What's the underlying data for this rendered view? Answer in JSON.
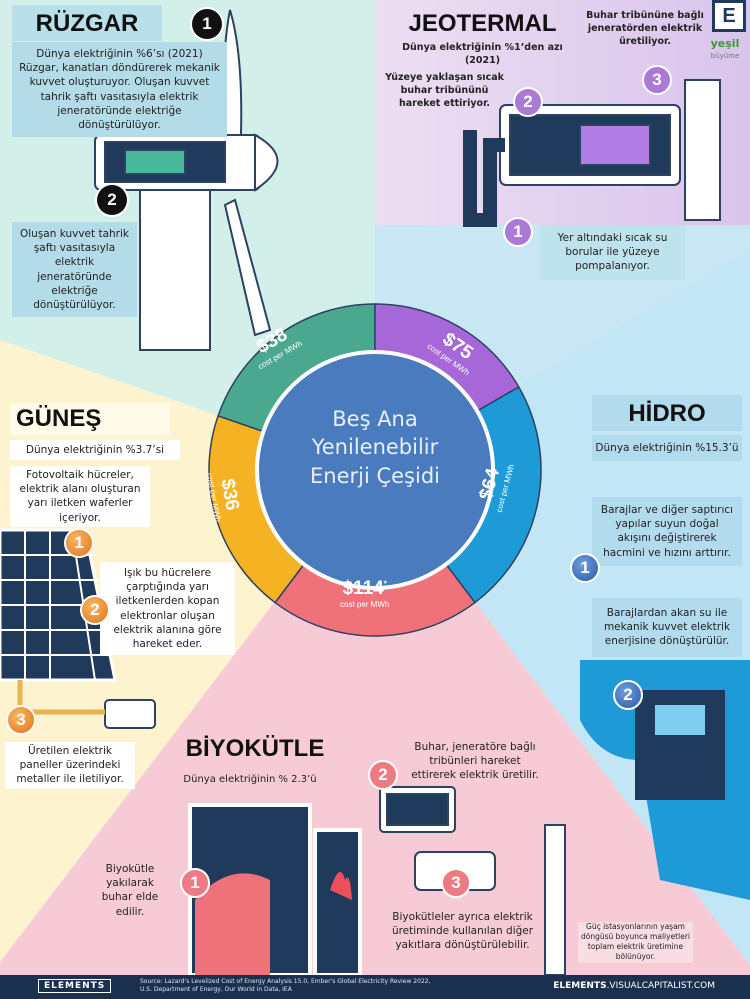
{
  "center": {
    "line1": "Beş Ana",
    "line2": "Yenilenebilir",
    "line3": "Enerji Çeşidi"
  },
  "cost_unit": "cost per MWh",
  "wind": {
    "title": "RÜZGAR",
    "text1": "Dünya elektriğinin %6’sı (2021) Rüzgar, kanatları döndürerek mekanik kuvvet oluşturuyor. Oluşan kuvvet tahrik şaftı vasıtasıyla elektrik jeneratöründe elektriğe dönüştürülüyor.",
    "text2": "Oluşan kuvvet tahrik şaftı vasıtasıyla elektrik jeneratöründe elektriğe dönüştürülüyor.",
    "price": "$38",
    "color": "#4aa88e"
  },
  "geothermal": {
    "title": "JEOTERMAL",
    "share": "Dünya elektriğinin %1’den azı (2021)",
    "step1": "Yer altındaki sıcak su borular ile yüzeye pompalanıyor.",
    "step2": "Yüzeye yaklaşan sıcak buhar tribününü hareket ettiriyor.",
    "step3": "Buhar tribününe bağlı jeneratörden elektrik üretiliyor.",
    "price": "$75",
    "color": "#a668d8"
  },
  "solar": {
    "title": "GÜNEŞ",
    "share": "Dünya elektriğinin %3.7’si",
    "step1": "Fotovoltaik hücreler, elektrik alanı oluşturan yarı iletken waferler içeriyor.",
    "step2": "Işık bu hücrelere çarptığında yarı iletkenlerden kopan elektronlar oluşan elektrik alanına göre hareket eder.",
    "step3": "Üretilen elektrik paneller üzerindeki metaller ile iletiliyor.",
    "price": "$36",
    "color": "#f5b324"
  },
  "hydro": {
    "title": "HİDRO",
    "share": "Dünya elektriğinin %15.3’ü",
    "step1": "Barajlar ve diğer saptırıcı yapılar suyun doğal akışını değiştirerek hacmini ve hızını arttırır.",
    "step2": "Barajlardan akan su ile mekanik kuvvet elektrik enerjisine dönüştürülür.",
    "price": "$64",
    "color": "#1e9ad6"
  },
  "biomass": {
    "title": "BİYOKÜTLE",
    "share": "Dünya elektriğinin % 2.3’ü",
    "step1": "Biyokütle yakılarak buhar elde edilir.",
    "step2": "Buhar, jeneratöre bağlı tribünleri hareket ettirerek elektrik üretilir.",
    "step3": "Biyokütleler ayrıca elektrik üretiminde kullanılan diğer yakıtlara dönüştürülebilir.",
    "price": "$114",
    "price_mark": "*",
    "color": "#ef727a"
  },
  "note": "Güç istasyonlarının yaşam döngüsü boyunca maliyetleri toplam elektrik üretimine bölünüyor.",
  "badges": {
    "n1": "1",
    "n2": "2",
    "n3": "3"
  },
  "logo": {
    "corner": "E",
    "brand1": "yeşil",
    "brand2": "büyüme"
  },
  "footer": {
    "brand": "ELEMENTS",
    "source": "Source: Lazard's Levelized Cost of Energy Analysis 15.0, Ember's Global Electricity Review 2022, U.S. Department of Energy, Our World in Data, IEA",
    "site_bold": "ELEMENTS",
    "site_rest": ".VISUALCAPITALIST.COM"
  }
}
